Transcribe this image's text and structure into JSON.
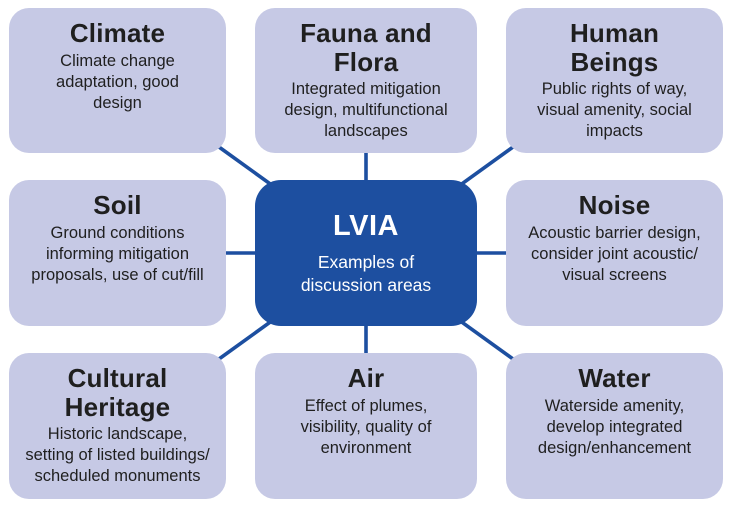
{
  "diagram": {
    "title": "LVIA discussion areas diagram",
    "center": {
      "title": "LVIA",
      "subtitle": "Examples of\ndiscussion areas"
    },
    "nodes": [
      {
        "id": "climate",
        "title": "Climate",
        "desc": "Climate change\nadaptation, good\ndesign"
      },
      {
        "id": "fauna-and-flora",
        "title": "Fauna and\nFlora",
        "desc": "Integrated mitigation\ndesign, multifunctional\nlandscapes"
      },
      {
        "id": "human-beings",
        "title": "Human\nBeings",
        "desc": "Public rights of way,\nvisual amenity, social\nimpacts"
      },
      {
        "id": "soil",
        "title": "Soil",
        "desc": "Ground conditions\ninforming mitigation\nproposals, use of cut/fill"
      },
      {
        "id": "noise",
        "title": "Noise",
        "desc": "Acoustic barrier design,\nconsider joint acoustic/\nvisual screens"
      },
      {
        "id": "cultural-heritage",
        "title": "Cultural\nHeritage",
        "desc": "Historic landscape,\nsetting of listed buildings/\nscheduled monuments"
      },
      {
        "id": "air",
        "title": "Air",
        "desc": "Effect of plumes,\nvisibility, quality of\nenvironment"
      },
      {
        "id": "water",
        "title": "Water",
        "desc": "Waterside amenity,\ndevelop integrated\ndesign/enhancement"
      }
    ],
    "colors": {
      "background": "#ffffff",
      "node_fill": "#c6c9e5",
      "center_fill": "#1d4fa0",
      "line": "#1d4fa0",
      "text": "#1f1f1f",
      "center_text": "#ffffff"
    }
  }
}
